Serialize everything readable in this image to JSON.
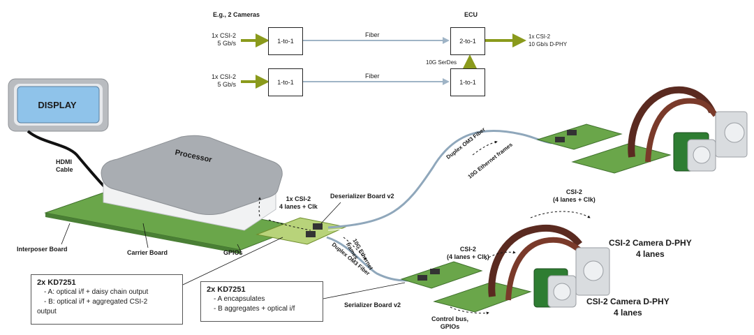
{
  "top": {
    "cameras_title": "E.g., 2 Cameras",
    "ecu_title": "ECU",
    "in1_line1": "1x CSI-2",
    "in1_line2": "5 Gb/s",
    "in2_line1": "1x CSI-2",
    "in2_line2": "5 Gb/s",
    "box_a": "1-to-1",
    "box_b": "1-to-1",
    "box_c": "2-to-1",
    "box_d": "1-to-1",
    "fiber1": "Fiber",
    "fiber2": "Fiber",
    "serdes": "10G SerDes",
    "out_line1": "1x CSI-2",
    "out_line2": "10 Gb/s D-PHY"
  },
  "display": "DISPLAY",
  "hdmi": [
    "HDMI",
    "Cable"
  ],
  "processor": "Processor",
  "interposer": "Interposer Board",
  "carrier": "Carrier Board",
  "gpios": "GPIOs",
  "csi_left": [
    "1x CSI-2",
    "4 lanes + Clk"
  ],
  "deserializer": "Deserializer Board v2",
  "duplex_top": "Duplex OM3 Fiber",
  "eth_top": "10G Ethernet frames",
  "eth_mid": [
    "10G Ethernet",
    "frames"
  ],
  "duplex_mid": "Duplex OM3 Fiber",
  "csi_right_top": [
    "CSI-2",
    "(4 lanes + Clk)"
  ],
  "csi_right_mid": [
    "CSI-2",
    "(4 lanes + Clk)"
  ],
  "camera1": [
    "CSI-2 Camera D-PHY",
    "4 lanes"
  ],
  "camera2": [
    "CSI-2 Camera D-PHY",
    "4 lanes"
  ],
  "serializer": "Serializer Board v2",
  "control": [
    "Control bus,",
    "GPIOs"
  ],
  "callout_left": {
    "title": "2x KD7251",
    "a": "- A:  optical i/f + daisy chain output",
    "b": "- B:  optical i/f + aggregated CSI-2",
    "b2": "output"
  },
  "callout_right": {
    "title": "2x KD7251",
    "a": "- A encapsulates",
    "b": "- B aggregates + optical i/f"
  },
  "colors": {
    "arrow_green": "#8a9a1c",
    "fiber_blue": "#9fb4c6",
    "board_green": "#6aa64a",
    "display_blue": "#8fc3ea"
  }
}
